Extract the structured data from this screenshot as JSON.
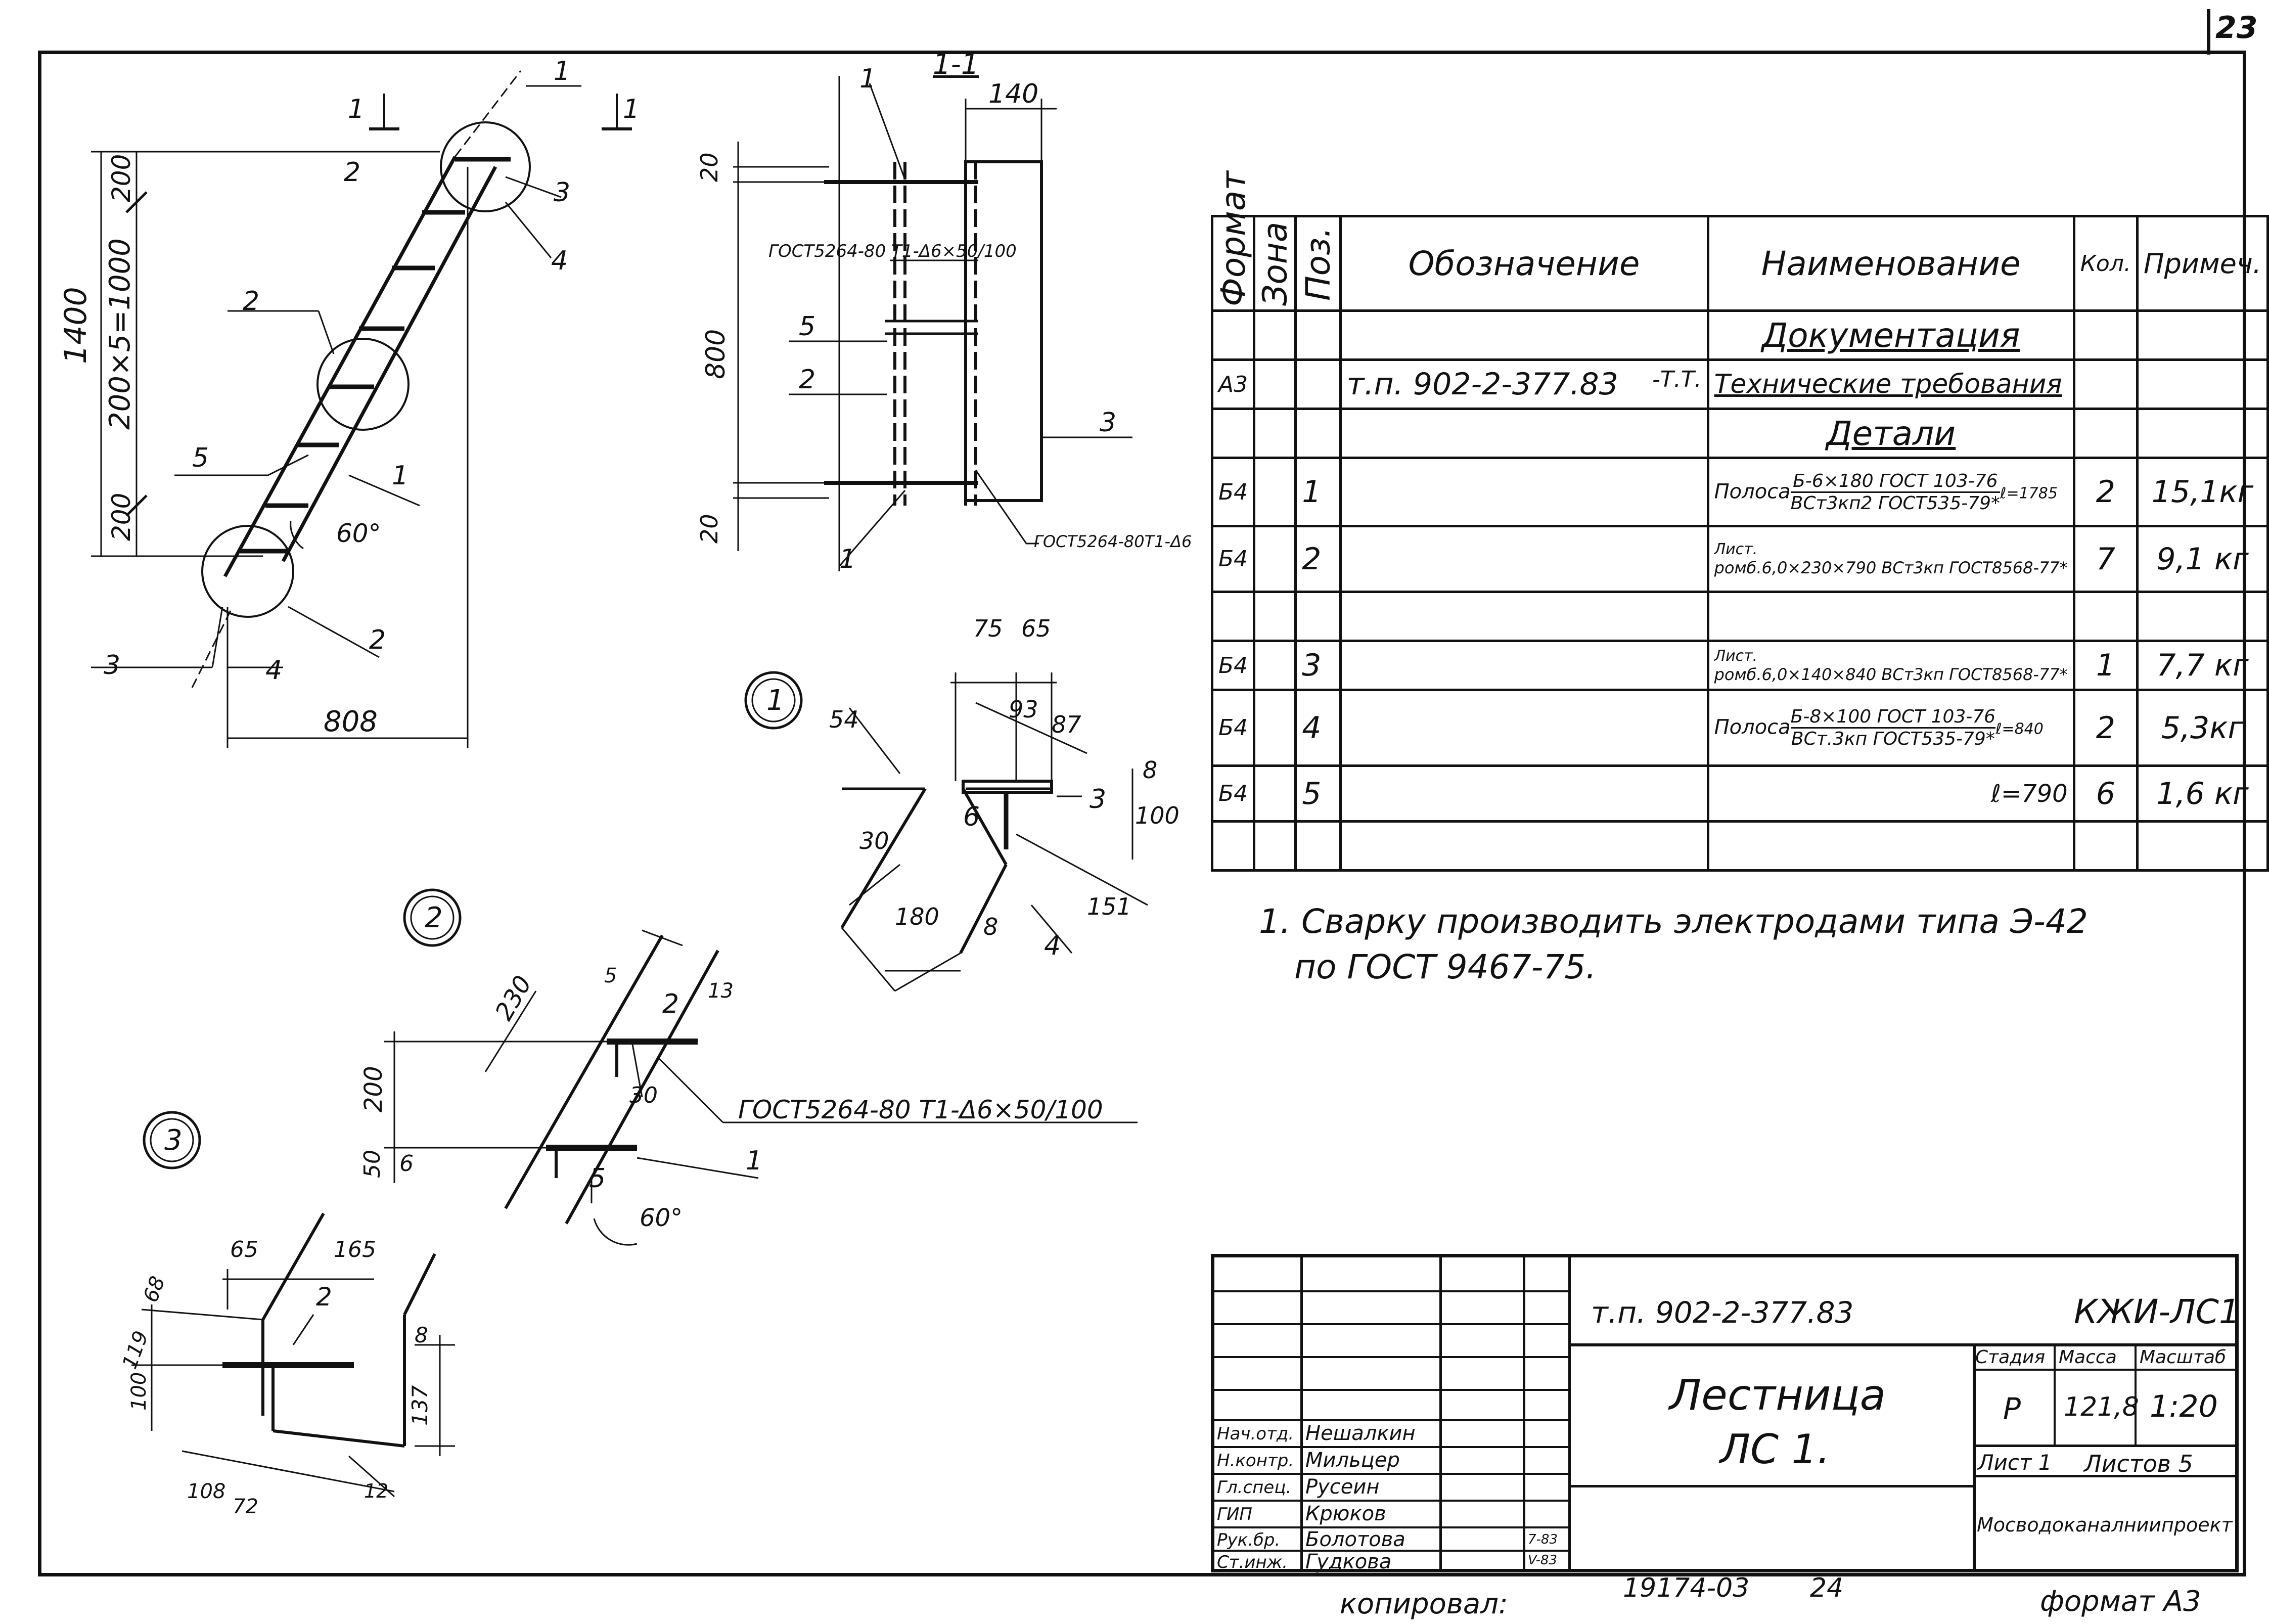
{
  "sheet_number": "23",
  "spec_table": {
    "headers": {
      "format": "Формат",
      "zone": "Зона",
      "pos": "Поз.",
      "designation": "Обозначение",
      "name": "Наименование",
      "qty": "Кол.",
      "note": "Примеч."
    },
    "section_docs": "Документация",
    "doc_row": {
      "format": "А3",
      "designation": "т.п. 902-2-377.83",
      "suffix": "-Т.Т.",
      "name": "Технические требования"
    },
    "section_parts": "Детали",
    "rows": [
      {
        "format": "Б4",
        "pos": "1",
        "name_prefix": "Полоса",
        "name_top": "Б-6×180 ГОСТ 103-76",
        "name_bottom": "ВСт3кп2 ГОСТ535-79*",
        "name_suffix": "ℓ=1785",
        "qty": "2",
        "note": "15,1кг"
      },
      {
        "format": "Б4",
        "pos": "2",
        "name_top": "Лист.",
        "name_bottom": "ромб.6,0×230×790 ВСт3кп ГОСТ8568-77*",
        "qty": "7",
        "note": "9,1 кг"
      },
      {
        "format": "Б4",
        "pos": "3",
        "name_top": "Лист.",
        "name_bottom": "ромб.6,0×140×840 ВСт3кп ГОСТ8568-77*",
        "qty": "1",
        "note": "7,7 кг"
      },
      {
        "format": "Б4",
        "pos": "4",
        "name_prefix": "Полоса",
        "name_top": "Б-8×100 ГОСТ 103-76",
        "name_bottom": "ВСт.3кп ГОСТ535-79*",
        "name_suffix": "ℓ=840",
        "qty": "2",
        "note": "5,3кг"
      },
      {
        "format": "Б4",
        "pos": "5",
        "name_suffix": "ℓ=790",
        "qty": "6",
        "note": "1,6 кг"
      }
    ]
  },
  "note_text": {
    "line1": "1. Сварку производить электродами типа Э-42",
    "line2": "по ГОСТ 9467-75."
  },
  "title_block": {
    "project": "т.п. 902-2-377.83",
    "code": "КЖИ-ЛС1",
    "title_line1": "Лестница",
    "title_line2": "ЛС 1.",
    "stage_label": "Стадия",
    "mass_label": "Масса",
    "scale_label": "Масштаб",
    "stage": "Р",
    "mass": "121,8",
    "scale": "1:20",
    "sheet": "Лист 1",
    "sheets": "Листов 5",
    "org": "Мосводоканалниипроект",
    "roles": [
      {
        "role": "Нач.отд.",
        "name": "Нешалкин"
      },
      {
        "role": "Н.контр.",
        "name": "Мильцер"
      },
      {
        "role": "Гл.спец.",
        "name": "Русеин"
      },
      {
        "role": "ГИП",
        "name": "Крюков"
      },
      {
        "role": "Рук.бр.",
        "name": "Болотова",
        "date": "7-83"
      },
      {
        "role": "Ст.инж.",
        "name": "Гудкова",
        "date": "V-83"
      }
    ]
  },
  "footer": {
    "copied": "копировал:",
    "inventory": "19174-03",
    "inventory_num": "24",
    "format": "формат А3"
  },
  "drawing": {
    "main_dims": [
      "1400",
      "200×5=1000",
      "200",
      "200",
      "808",
      "60°"
    ],
    "section_label": "1-1",
    "section_marks": [
      "1",
      "1"
    ],
    "section_dims": [
      "140",
      "800",
      "20",
      "20"
    ],
    "gost_weld_1": "ГОСТ5264-80 Т1-Δ6×50/100",
    "gost_weld_2": "ГОСТ5264-80Т1-Δ6",
    "gost_weld_3": "ГОСТ5264-80 Т1-Δ6×50/100",
    "callout_1": "1",
    "callout_2": "2",
    "callout_3": "3",
    "detail1_dims": [
      "75",
      "65",
      "93",
      "87",
      "54",
      "30",
      "180",
      "151",
      "8",
      "100",
      "8",
      "6"
    ],
    "detail2_dims": [
      "230",
      "5",
      "13",
      "200",
      "30",
      "50",
      "6",
      "60°"
    ],
    "detail3_dims": [
      "65",
      "165",
      "68",
      "119",
      "100",
      "8",
      "137",
      "108",
      "72",
      "12"
    ],
    "labels": [
      "1",
      "2",
      "3",
      "4",
      "5"
    ]
  }
}
